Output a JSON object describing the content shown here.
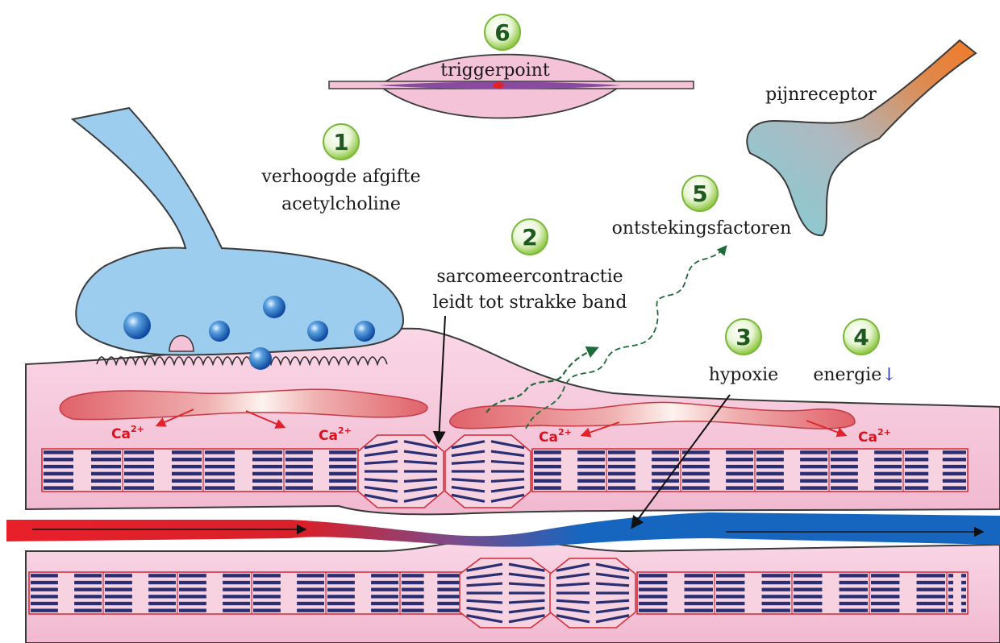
{
  "labels": {
    "triggerpoint": "triggerpoint",
    "pijnreceptor": "pijnreceptor",
    "afgifte_line1": "verhoogde afgifte",
    "afgifte_line2": "acetylcholine",
    "ontsteking": "ontstekingsfactoren",
    "sarcomeer_line1": "sarcomeercontractie",
    "sarcomeer_line2": "leidt tot strakke band",
    "hypoxie": "hypoxie",
    "energie": "energie",
    "energie_arrow": "↓",
    "calcium": "Ca",
    "calcium_charge": "2+"
  },
  "badges": {
    "one": "1",
    "two": "2",
    "three": "3",
    "four": "4",
    "five": "5",
    "six": "6"
  },
  "colors": {
    "muscle": "#f4c3d8",
    "muscle_stroke": "#444444",
    "nerve": "#9ccdee",
    "vesicle": "#1f6fbf",
    "artery": "#e8202a",
    "vein": "#1666c0",
    "sarco_reticulum": "#e0626a",
    "myofibril_dark": "#2a2f73",
    "myofibril_border": "#d42a35",
    "badge_green": "#8dc63f",
    "badge_number": "#1e5a1e",
    "calcium_red": "#d8121c",
    "inflammation_green": "#1f6a3a",
    "energy_arrow": "#3b3bb0"
  },
  "icons": {
    "triggerpoint": "spindle-muscle-icon",
    "pijnreceptor": "nerve-ending-icon",
    "vesicle": "acetylcholine-vesicle-icon"
  }
}
